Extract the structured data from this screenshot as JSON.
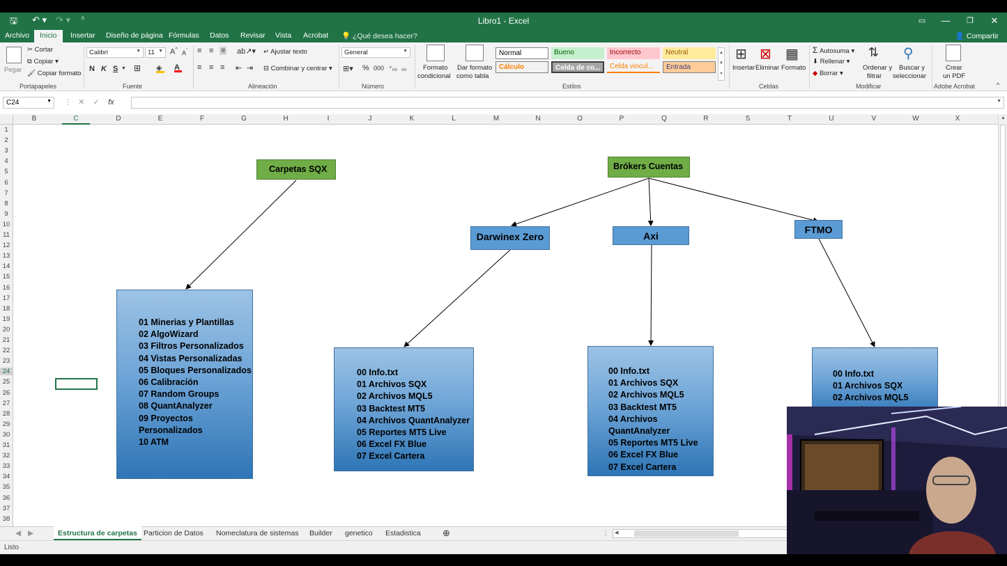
{
  "window": {
    "title": "Libro1 - Excel"
  },
  "colors": {
    "excel_green": "#217346",
    "green_shape": "#70ad47",
    "blue_shape": "#5b9bd5",
    "blue_dark": "#2e75b6"
  },
  "ribbon_tabs": [
    "Archivo",
    "Inicio",
    "Insertar",
    "Diseño de página",
    "Fórmulas",
    "Datos",
    "Revisar",
    "Vista",
    "Acrobat"
  ],
  "tell_me": "¿Qué desea hacer?",
  "share": "Compartir",
  "clipboard": {
    "paste": "Pegar",
    "cut": "Cortar",
    "copy": "Copiar",
    "format_painter": "Copiar formato",
    "group": "Portapapeles"
  },
  "font": {
    "name": "Calibri",
    "size": "11",
    "group": "Fuente",
    "bold": "N",
    "italic": "K",
    "underline": "S"
  },
  "alignment": {
    "wrap": "Ajustar texto",
    "merge": "Combinar y centrar",
    "group": "Alineación"
  },
  "number": {
    "format": "General",
    "group": "Número"
  },
  "styles": {
    "conditional": [
      "Formato",
      "condicional"
    ],
    "as_table": [
      "Dar formato",
      "como tabla"
    ],
    "cells": [
      "Normal",
      "Bueno",
      "Incorrecto",
      "Neutral",
      "Cálculo",
      "Celda de co...",
      "Celda vincul...",
      "Entrada"
    ],
    "group": "Estilos"
  },
  "cells_group": {
    "insert": "Insertar",
    "delete": "Eliminar",
    "format": "Formato",
    "group": "Celdas"
  },
  "editing": {
    "autosum": "Autosuma",
    "fill": "Rellenar",
    "clear": "Borrar",
    "sort": [
      "Ordenar y",
      "filtrar"
    ],
    "find": [
      "Buscar y",
      "seleccionar"
    ],
    "group": "Modificar"
  },
  "acrobat": {
    "create": [
      "Crear",
      "un PDF"
    ],
    "group": "Adobe Acrobat"
  },
  "formula_bar": {
    "name_box": "C24",
    "fx": "fx"
  },
  "columns": [
    "B",
    "C",
    "D",
    "E",
    "F",
    "G",
    "H",
    "I",
    "J",
    "K",
    "L",
    "M",
    "N",
    "O",
    "P",
    "Q",
    "R",
    "S",
    "T",
    "U",
    "V",
    "W",
    "X"
  ],
  "rows": [
    "1",
    "2",
    "3",
    "4",
    "5",
    "6",
    "7",
    "8",
    "9",
    "10",
    "11",
    "12",
    "13",
    "14",
    "15",
    "16",
    "17",
    "18",
    "19",
    "20",
    "21",
    "22",
    "23",
    "24",
    "25",
    "26",
    "27",
    "28",
    "29",
    "30",
    "31",
    "32",
    "33",
    "34",
    "35",
    "36",
    "37",
    "38"
  ],
  "diagram": {
    "carpetas": "Carpetas SQX",
    "brokers": "Brókers Cuentas",
    "darwinex": "Darwinex Zero",
    "axi": "Axi",
    "ftmo": "FTMO",
    "carpetas_list": [
      "01 Minerias y Plantillas",
      "02 AlgoWizard",
      "03 Filtros Personalizados",
      "04 Vistas Personalizadas",
      "05 Bloques Personalizados",
      "06 Calibración",
      "07 Random Groups",
      "08 QuantAnalyzer",
      "09 Proyectos",
      "Personalizados",
      "10 ATM"
    ],
    "darwinex_list": [
      "00 Info.txt",
      "01 Archivos SQX",
      "02 Archivos MQL5",
      "03 Backtest MT5",
      "04 Archivos QuantAnalyzer",
      "05 Reportes MT5 Live",
      "06 Excel FX Blue",
      "07 Excel Cartera"
    ],
    "axi_list": [
      "00 Info.txt",
      "01 Archivos SQX",
      "02 Archivos MQL5",
      "03 Backtest MT5",
      "04 Archivos",
      "QuantAnalyzer",
      "05 Reportes MT5 Live",
      "06 Excel FX Blue",
      "07 Excel Cartera"
    ],
    "ftmo_list": [
      "00 Info.txt",
      "01 Archivos SQX",
      "02 Archivos MQL5",
      "03 Backtest MT5"
    ]
  },
  "sheet_tabs": [
    "Estructura de carpetas",
    "Particion de Datos",
    "Nomeclatura de sistemas",
    "Builder",
    "genetico",
    "Estadistica"
  ],
  "status": "Listo"
}
